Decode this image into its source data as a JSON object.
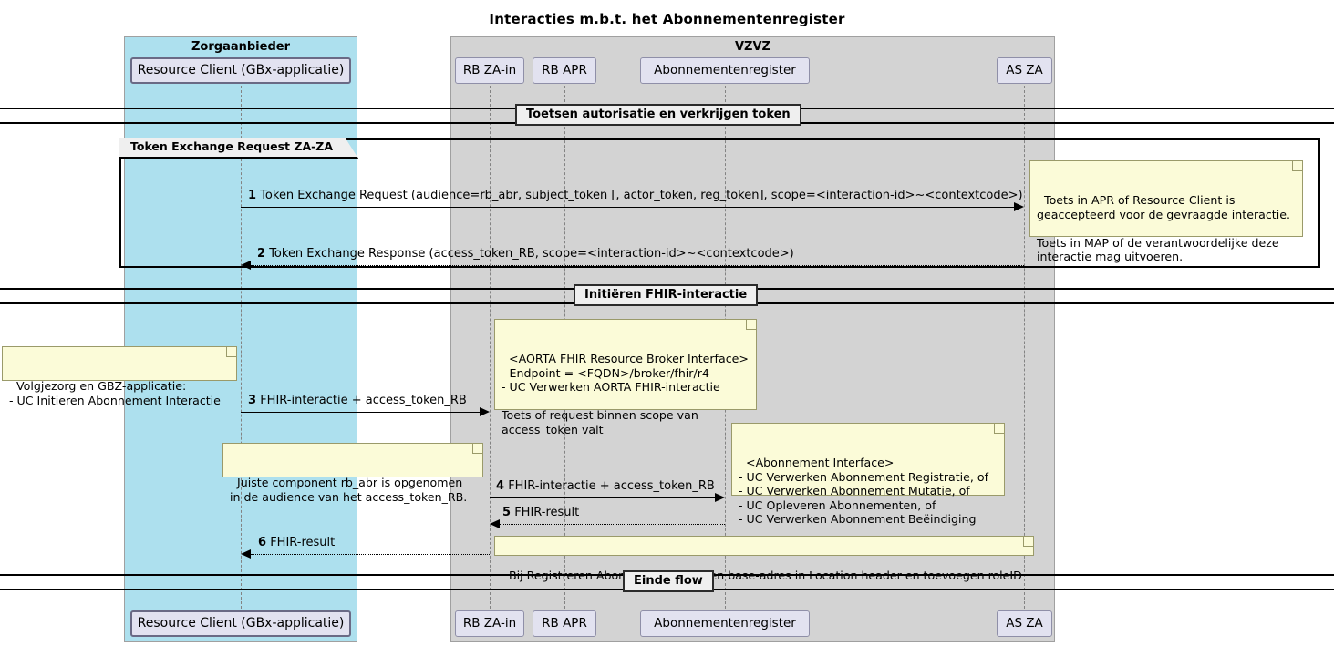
{
  "diagram": {
    "title": "Interacties m.b.t. het Abonnementenregister",
    "type": "uml-sequence-diagram"
  },
  "groups": [
    {
      "id": "zorgaanbieder",
      "label": "Zorgaanbieder",
      "color": "#ade0ee"
    },
    {
      "id": "vzvz",
      "label": "VZVZ",
      "color": "#d3d3d3"
    }
  ],
  "participants": [
    {
      "id": "rc",
      "label": "Resource Client (GBx-applicatie)",
      "group": "zorgaanbieder"
    },
    {
      "id": "rbza",
      "label": "RB ZA-in",
      "group": "vzvz"
    },
    {
      "id": "rbapr",
      "label": "RB APR",
      "group": "vzvz"
    },
    {
      "id": "abr",
      "label": "Abonnementenregister",
      "group": "vzvz"
    },
    {
      "id": "asza",
      "label": "AS ZA",
      "group": "vzvz"
    }
  ],
  "dividers": [
    {
      "id": "div1",
      "label": "Toetsen autorisatie en verkrijgen token"
    },
    {
      "id": "div2",
      "label": "Initiëren FHIR-interactie"
    },
    {
      "id": "div3",
      "label": "Einde flow"
    }
  ],
  "fragment": {
    "label": "Token Exchange Request ZA-ZA"
  },
  "messages": [
    {
      "num": "1",
      "text": "Token Exchange Request (audience=rb_abr, subject_token [, actor_token, reg_token], scope=<interaction-id>~<contextcode>)",
      "from": "rc",
      "to": "asza",
      "style": "solid"
    },
    {
      "num": "2",
      "text": "Token Exchange Response (access_token_RB, scope=<interaction-id>~<contextcode>)",
      "from": "asza",
      "to": "rc",
      "style": "dotted"
    },
    {
      "num": "3",
      "text": "FHIR-interactie + access_token_RB",
      "from": "rc",
      "to": "rbza",
      "style": "solid"
    },
    {
      "num": "4",
      "text": "FHIR-interactie + access_token_RB",
      "from": "rbza",
      "to": "abr",
      "style": "solid"
    },
    {
      "num": "5",
      "text": "FHIR-result",
      "from": "abr",
      "to": "rbza",
      "style": "dotted"
    },
    {
      "num": "6",
      "text": "FHIR-result",
      "from": "rbza",
      "to": "rc",
      "style": "dotted"
    }
  ],
  "notes": [
    {
      "id": "note-apr-map",
      "text": "Toets in APR of Resource Client is\ngeaccepteerd voor de gevraagde interactie.\n\nToets in MAP of de verantwoordelijke deze\ninteractie mag uitvoeren."
    },
    {
      "id": "note-volgjezorg",
      "text": "Volgjezorg en GBZ-applicatie:\n- UC Initieren Abonnement Interactie"
    },
    {
      "id": "note-broker-interface",
      "text": "<AORTA FHIR Resource Broker Interface>\n- Endpoint = <FQDN>/broker/fhir/r4\n- UC Verwerken AORTA FHIR-interactie\n\nToets of request binnen scope van\naccess_token valt"
    },
    {
      "id": "note-abonnement-interface",
      "text": "<Abonnement Interface>\n- UC Verwerken Abonnement Registratie, of\n- UC Verwerken Abonnement Mutatie, of\n- UC Opleveren Abonnementen, of\n- UC Verwerken Abonnement Beëindiging"
    },
    {
      "id": "note-audience",
      "text": "Juiste component rb_abr is opgenomen\nin de audience van het access_token_RB."
    },
    {
      "id": "note-location-header",
      "text": "Bij Registreren Abonnement: wijzigen base-adres in Location header en toevoegen roleID"
    }
  ],
  "colors": {
    "group_zorgaanbieder": "#ade0ee",
    "group_vzvz": "#d3d3d3",
    "participant_box": "#e2e2f0",
    "note_fill": "#fbfbd8",
    "divider_fill": "#efefef"
  }
}
